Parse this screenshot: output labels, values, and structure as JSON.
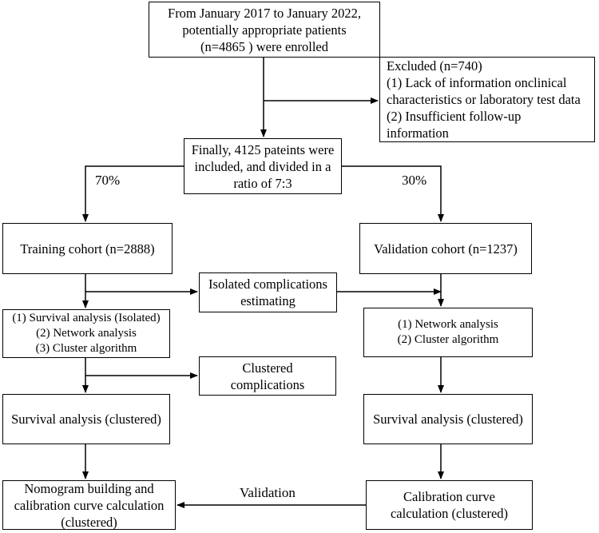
{
  "boxes": {
    "enrolled": "From January 2017 to January 2022,\npotentially appropriate patients\n(n=4865 ) were enrolled",
    "excluded": "Excluded (n=740)\n(1) Lack of information onclinical\ncharacteristics or laboratory test data\n(2) Insufficient follow-up\ninformation",
    "included": "Finally, 4125 pateints were\nincluded, and divided in a\nratio of 7:3",
    "training": "Training cohort (n=2888)",
    "validation": "Validation cohort (n=1237)",
    "isolated": "Isolated complications\nestimating",
    "train_methods": "(1) Survival analysis (Isolated)\n(2) Network analysis\n(3) Cluster algorithm",
    "valid_methods": "(1) Network analysis\n(2) Cluster algorithm",
    "clustered_comp": "Clustered\ncomplications",
    "train_survival": "Survival analysis (clustered)",
    "valid_survival": "Survival analysis (clustered)",
    "nomogram": "Nomogram building and\ncalibration curve calculation\n(clustered)",
    "calibration": "Calibration curve\ncalculation (clustered)"
  },
  "labels": {
    "left_ratio": "70%",
    "right_ratio": "30%",
    "validation_arrow": "Validation"
  }
}
